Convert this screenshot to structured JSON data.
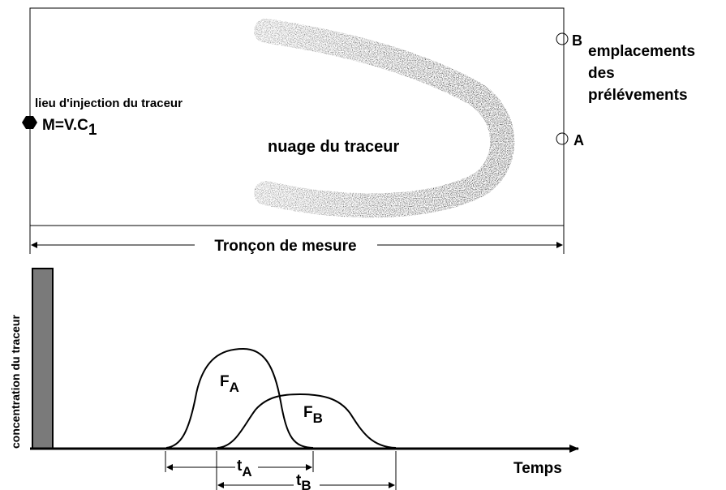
{
  "top_panel": {
    "injection_label": "lieu d'injection du traceur",
    "mass_formula": "M=V.C",
    "mass_formula_subscript": "1",
    "cloud_label": "nuage du traceur",
    "point_b": "B",
    "point_a": "A",
    "sampling_label_line1": "emplacements",
    "sampling_label_line2": "des",
    "sampling_label_line3": "prélévements"
  },
  "section_label": "Tronçon de mesure",
  "bottom_panel": {
    "y_axis_label": "concentration du traceur",
    "x_axis_label": "Temps",
    "curve_a_label": "F",
    "curve_a_sub": "A",
    "curve_b_label": "F",
    "curve_b_sub": "B",
    "ta_label": "t",
    "ta_sub": "A",
    "tb_label": "t",
    "tb_sub": "B"
  }
}
